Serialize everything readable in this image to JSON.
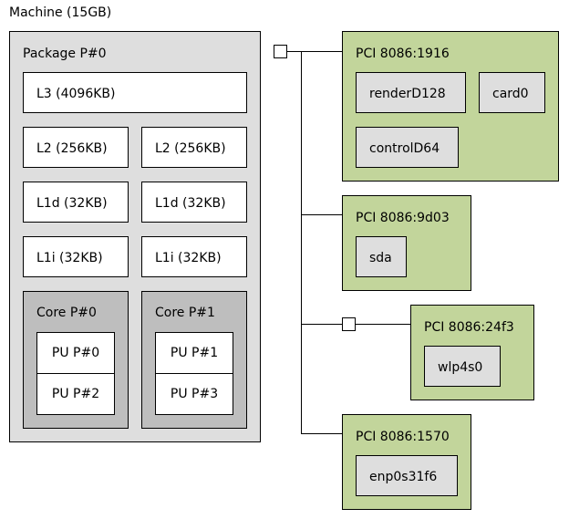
{
  "machine": {
    "label": "Machine (15GB)"
  },
  "package": {
    "label": "Package P#0",
    "l3": "L3 (4096KB)",
    "l2": [
      "L2 (256KB)",
      "L2 (256KB)"
    ],
    "l1d": [
      "L1d (32KB)",
      "L1d (32KB)"
    ],
    "l1i": [
      "L1i (32KB)",
      "L1i (32KB)"
    ],
    "cores": [
      {
        "label": "Core P#0",
        "pus": [
          "PU P#0",
          "PU P#2"
        ]
      },
      {
        "label": "Core P#1",
        "pus": [
          "PU P#1",
          "PU P#3"
        ]
      }
    ]
  },
  "pci": [
    {
      "label": "PCI 8086:1916",
      "devices": [
        "renderD128",
        "card0",
        "controlD64"
      ]
    },
    {
      "label": "PCI 8086:9d03",
      "devices": [
        "sda"
      ]
    },
    {
      "label": "PCI 8086:24f3",
      "devices": [
        "wlp4s0"
      ]
    },
    {
      "label": "PCI 8086:1570",
      "devices": [
        "enp0s31f6"
      ]
    }
  ],
  "colors": {
    "package": "#dedede",
    "core": "#bebebe",
    "pci": "#c2d59b",
    "os_device": "#dedede"
  }
}
